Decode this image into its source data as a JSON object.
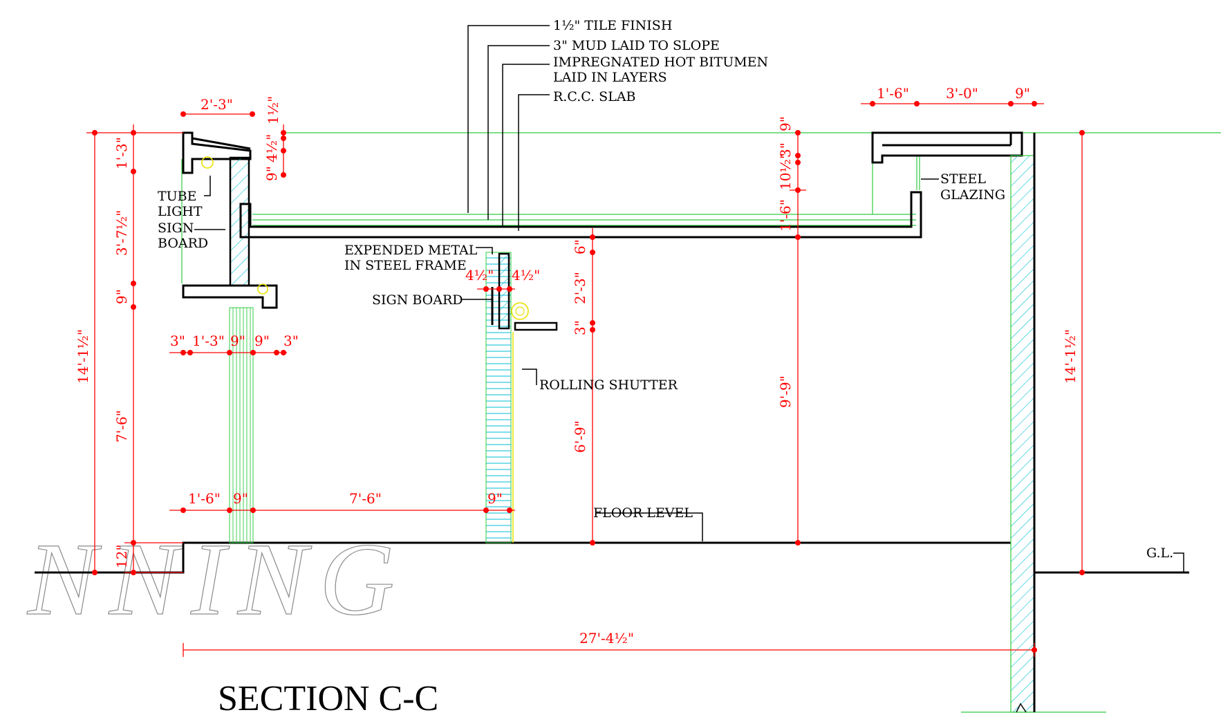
{
  "title": "SECTION C-C",
  "watermark": "NNING",
  "labels": {
    "tile_finish": "1½\" TILE FINISH",
    "mud": "3\" MUD LAID TO SLOPE",
    "bitumen_1": "IMPREGNATED HOT BITUMEN",
    "bitumen_2": "LAID IN LAYERS",
    "rcc_slab": "R.C.C. SLAB",
    "tube_1": "TUBE",
    "tube_2": "LIGHT",
    "sign_1": "SIGN",
    "sign_2": "BOARD",
    "expanded_1": "EXPENDED METAL",
    "expanded_2": "IN STEEL FRAME",
    "sign_board": "SIGN BOARD",
    "rolling_shutter": "ROLLING SHUTTER",
    "floor_level": "FLOOR LEVEL",
    "steel_1": "STEEL",
    "steel_2": "GLAZING",
    "gl": "G.L."
  },
  "dimensions": {
    "top_2_3": "2'-3\"",
    "top_1_half": "1½\"",
    "top_4_half": "4½\"",
    "top_9": "9\"",
    "left_1_3": "1'-3\"",
    "left_3_7half": "3'-7½\"",
    "left_9": "9\"",
    "left_7_6": "7'-6\"",
    "left_12": "12\"",
    "left_total": "14'-1½\"",
    "col_3a": "3\"",
    "col_1_3": "1'-3\"",
    "col_9a": "9\"",
    "col_9b": "9\"",
    "col_3b": "3\"",
    "bot_1_6": "1'-6\"",
    "bot_9a": "9\"",
    "bot_7_6": "7'-6\"",
    "bot_9b": "9\"",
    "mid_4half_a": "4½\"",
    "mid_4half_b": "4½\"",
    "mid_6": "6\"",
    "mid_2_3": "2'-3\"",
    "mid_3": "3\"",
    "mid_6_9": "6'-9\"",
    "r_9": "9\"",
    "r_3": "3\"",
    "r_10half": "10½\"",
    "r_1_6": "1'-6\"",
    "r_9_9": "9'-9\"",
    "rt_1_6": "1'-6\"",
    "rt_3_0": "3'-0\"",
    "rt_9": "9\"",
    "right_total": "14'-1½\"",
    "overall": "27'-4½\""
  },
  "colors": {
    "structure": "#000000",
    "dimension": "#ff0000",
    "hatch": "#00bcd4",
    "guide": "#2ecc40",
    "fixture": "#e8e000"
  }
}
